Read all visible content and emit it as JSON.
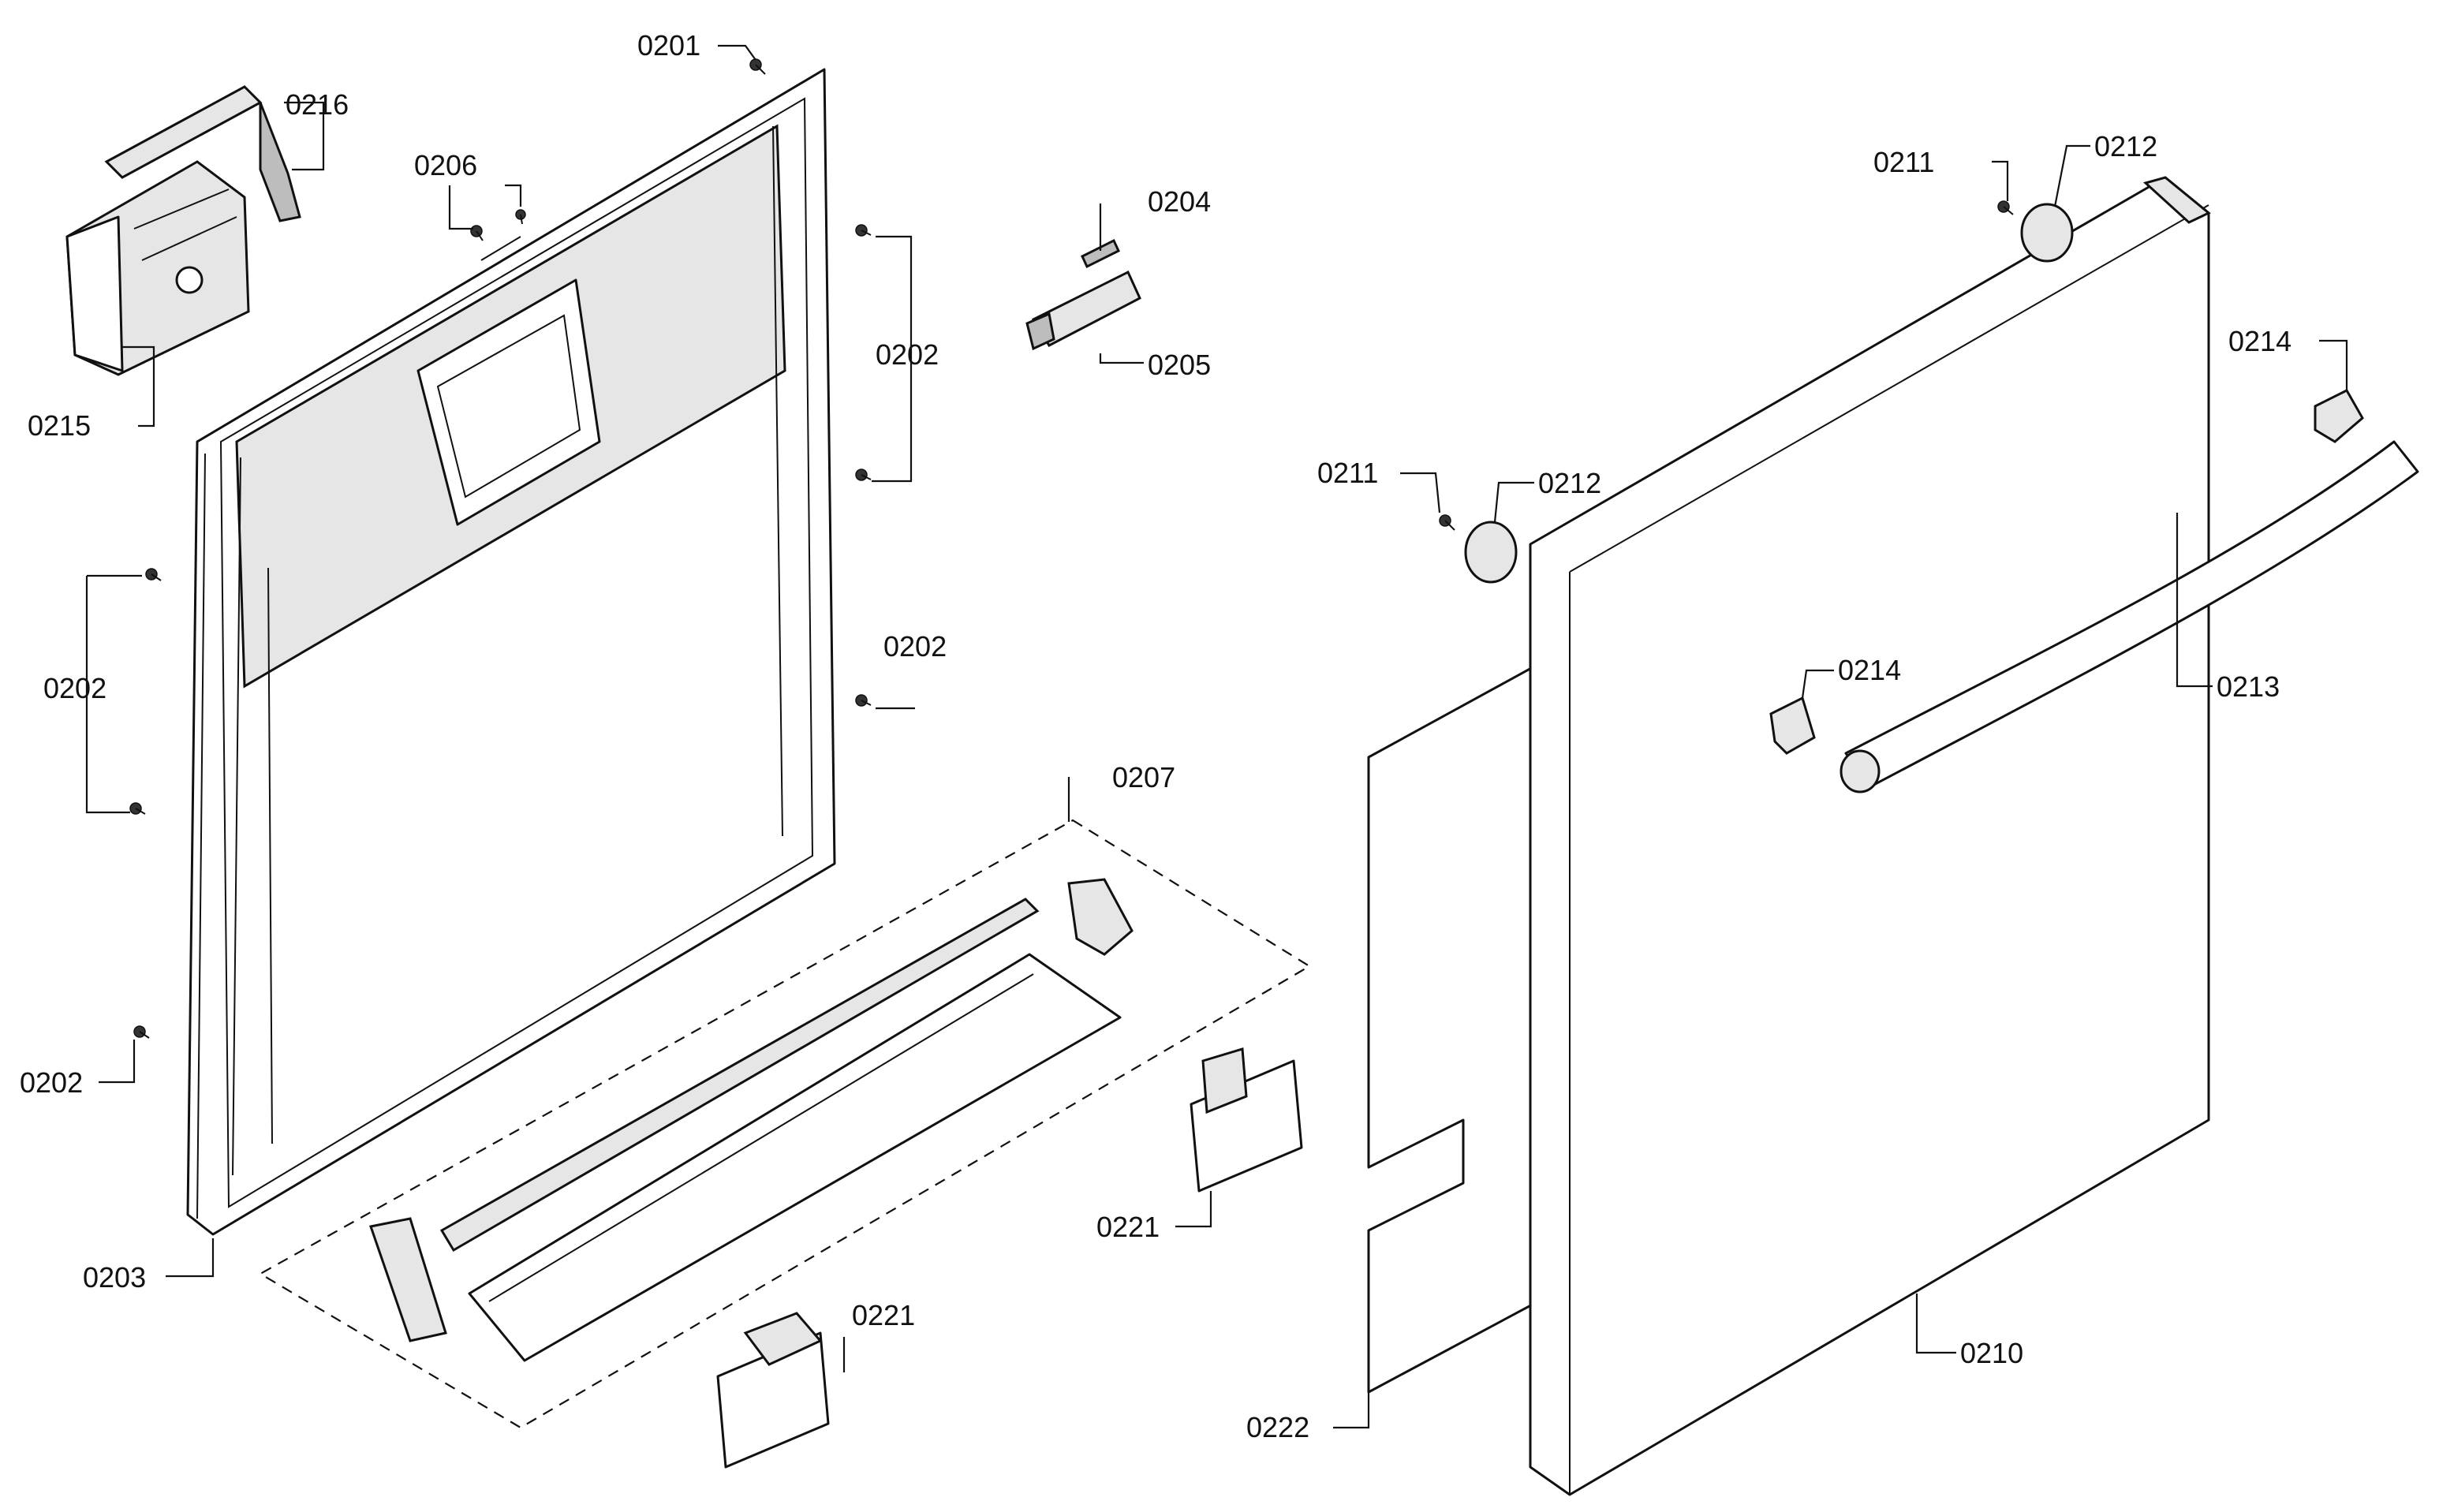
{
  "callouts": [
    {
      "id": "c0201",
      "text": "0201"
    },
    {
      "id": "c0216",
      "text": "0216"
    },
    {
      "id": "c0206",
      "text": "0206"
    },
    {
      "id": "c0202a",
      "text": "0202"
    },
    {
      "id": "c0215",
      "text": "0215"
    },
    {
      "id": "c0202b",
      "text": "0202"
    },
    {
      "id": "c0202c",
      "text": "0202"
    },
    {
      "id": "c0202d",
      "text": "0202"
    },
    {
      "id": "c0203",
      "text": "0203"
    },
    {
      "id": "c0204",
      "text": "0204"
    },
    {
      "id": "c0205",
      "text": "0205"
    },
    {
      "id": "c0207",
      "text": "0207"
    },
    {
      "id": "c0221a",
      "text": "0221"
    },
    {
      "id": "c0221b",
      "text": "0221"
    },
    {
      "id": "c0211a",
      "text": "0211"
    },
    {
      "id": "c0212a",
      "text": "0212"
    },
    {
      "id": "c0211b",
      "text": "0211"
    },
    {
      "id": "c0212b",
      "text": "0212"
    },
    {
      "id": "c0214a",
      "text": "0214"
    },
    {
      "id": "c0214b",
      "text": "0214"
    },
    {
      "id": "c0213",
      "text": "0213"
    },
    {
      "id": "c0210",
      "text": "0210"
    },
    {
      "id": "c0222",
      "text": "0222"
    }
  ]
}
